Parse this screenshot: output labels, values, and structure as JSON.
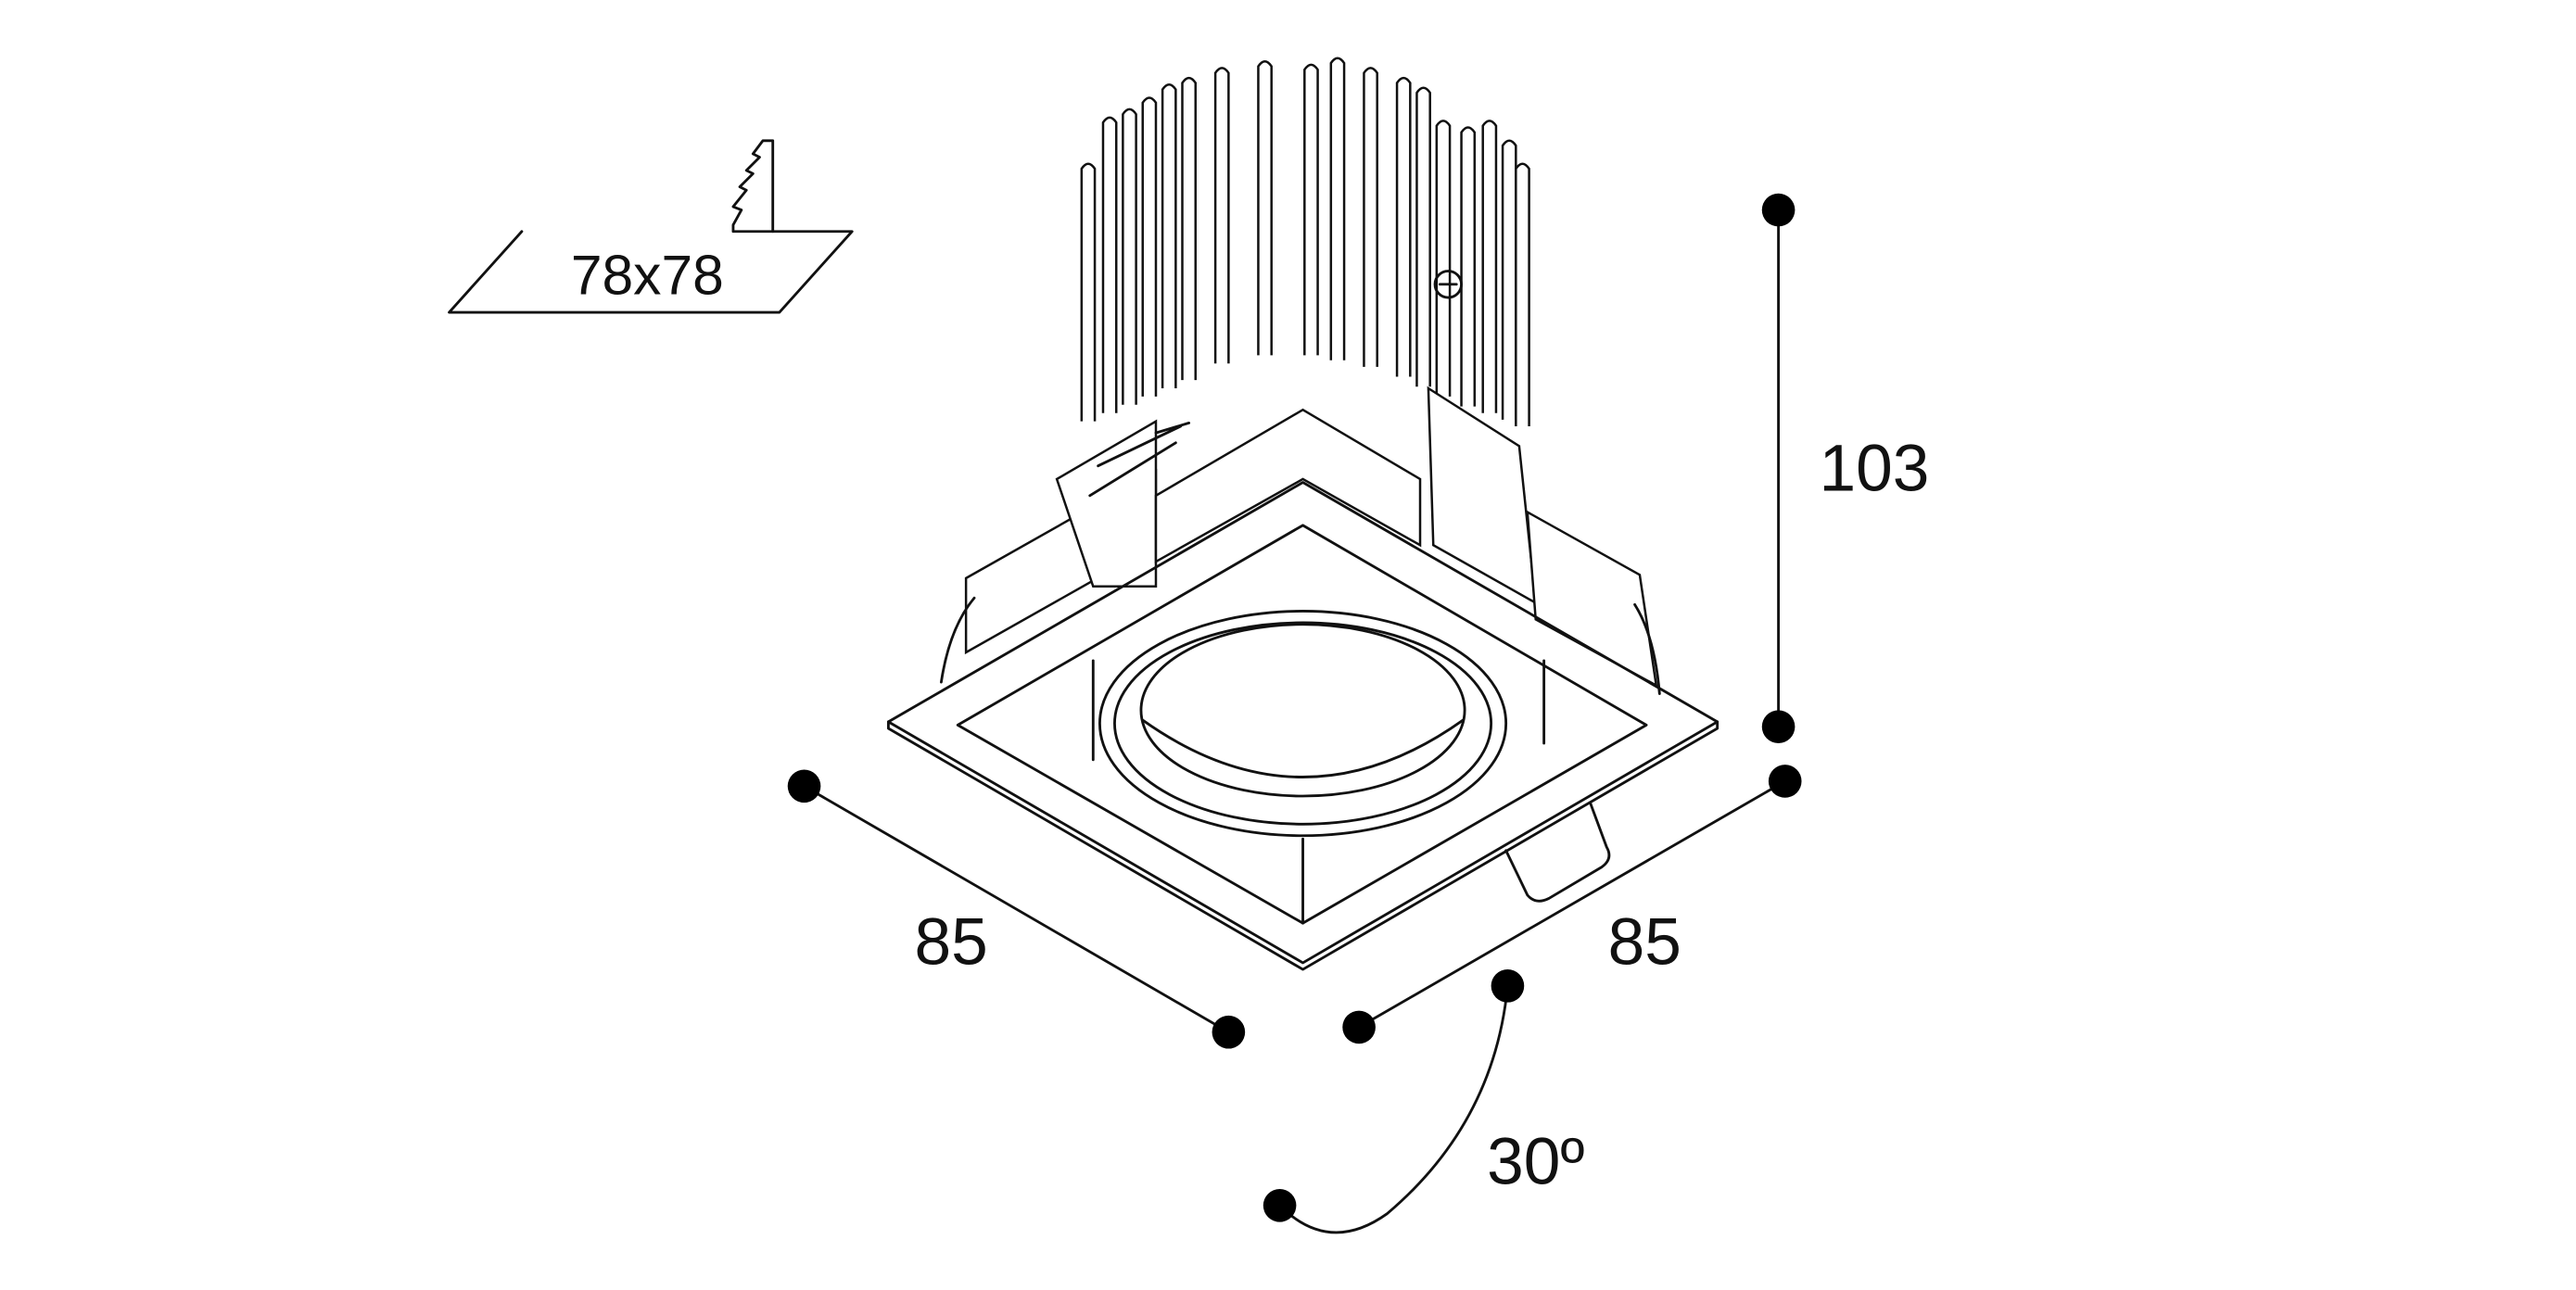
{
  "cutout": {
    "label": "78x78"
  },
  "dimensions": {
    "height": "103",
    "width_left": "85",
    "width_right": "85",
    "tilt_angle": "30º"
  },
  "colors": {
    "line": "#111111",
    "dot": "#000000",
    "background": "#ffffff"
  }
}
